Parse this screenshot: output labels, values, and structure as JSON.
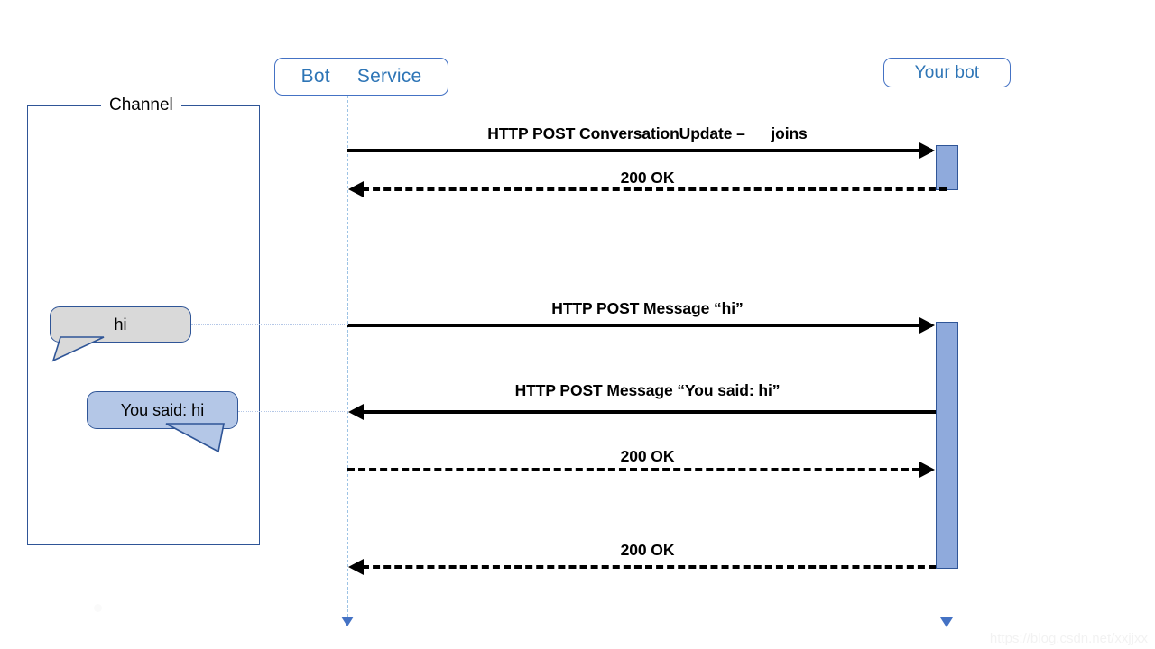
{
  "diagram": {
    "title": "Bot Framework message sequence",
    "watermark": "https://blog.csdn.net/xxjjxx",
    "colors": {
      "participant_border": "#4472C4",
      "participant_text": "#2E75B6",
      "lifeline": "#9CC3E5",
      "activation_fill": "#8FAADC",
      "activation_border": "#2F5597",
      "channel_border": "#2F5597",
      "user_bubble_fill": "#D9D9D9",
      "bot_bubble_fill": "#B4C7E7",
      "message_line": "#000000"
    }
  },
  "participants": [
    {
      "id": "bot-service",
      "label": "Bot     Service"
    },
    {
      "id": "your-bot",
      "label": "Your bot"
    }
  ],
  "channel": {
    "label": "Channel",
    "bubbles": [
      {
        "id": "user-message",
        "text": "hi",
        "sender": "user",
        "tail": "down-left"
      },
      {
        "id": "bot-reply",
        "text": "You said: hi",
        "sender": "bot",
        "tail": "down-right"
      }
    ]
  },
  "messages": [
    {
      "id": "conversation-update",
      "label": "HTTP POST ConversationUpdate –      joins",
      "direction": "right",
      "style": "solid",
      "from": "bot-service",
      "to": "your-bot"
    },
    {
      "id": "conversation-update-ack",
      "label": "200 OK",
      "direction": "left",
      "style": "dashed",
      "from": "your-bot",
      "to": "bot-service"
    },
    {
      "id": "post-message-hi",
      "label": "HTTP POST Message “hi”",
      "direction": "right",
      "style": "solid",
      "from": "bot-service",
      "to": "your-bot"
    },
    {
      "id": "post-message-reply",
      "label": "HTTP POST Message “You said: hi”",
      "direction": "left",
      "style": "solid",
      "from": "your-bot",
      "to": "bot-service"
    },
    {
      "id": "reply-ack",
      "label": "200 OK",
      "direction": "right",
      "style": "dashed",
      "from": "bot-service",
      "to": "your-bot"
    },
    {
      "id": "final-ack",
      "label": "200 OK",
      "direction": "left",
      "style": "dashed",
      "from": "your-bot",
      "to": "bot-service"
    }
  ]
}
